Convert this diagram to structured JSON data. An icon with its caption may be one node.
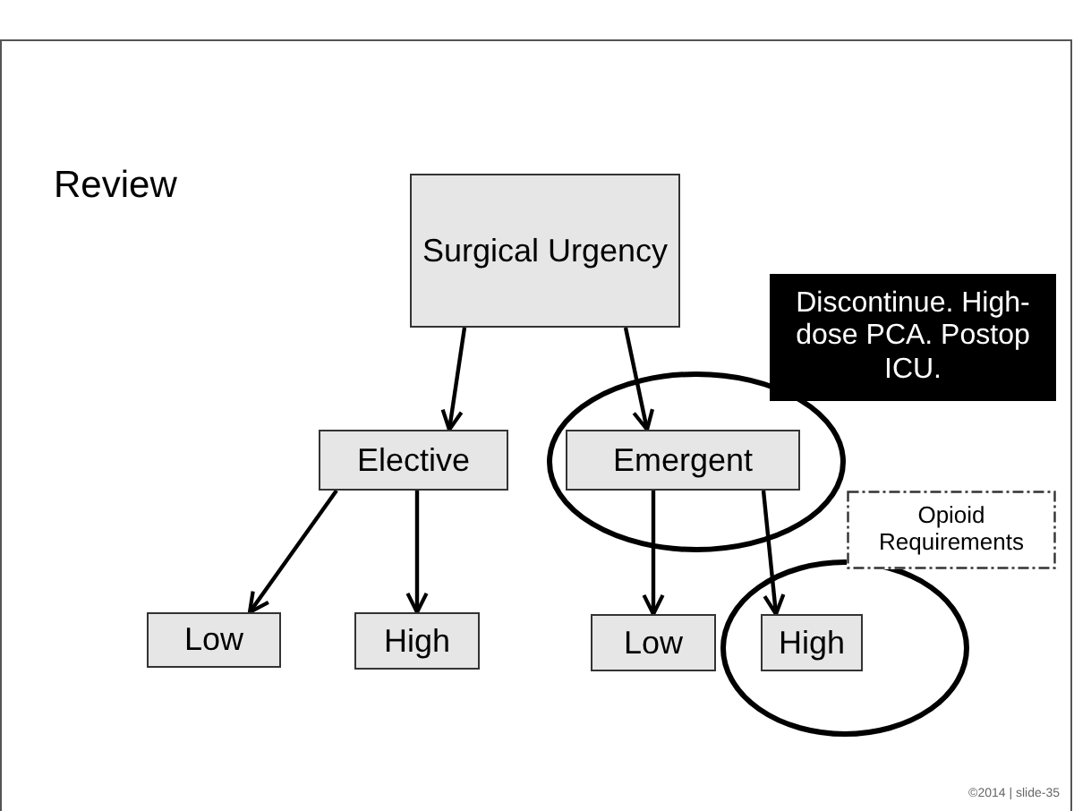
{
  "diagram": {
    "title": "Review",
    "nodes": [
      {
        "text": [
          "Surgical Urgency"
        ]
      },
      {
        "text": [
          "Elective"
        ]
      },
      {
        "text": [
          "Emergent"
        ]
      },
      {
        "text": [
          "Low"
        ]
      },
      {
        "text": [
          "High"
        ]
      },
      {
        "text": [
          "Low"
        ]
      },
      {
        "text": [
          "High"
        ]
      },
      {
        "text": [
          "Discontinue. High-dose PCA. Postop ICU."
        ]
      },
      {
        "text": [
          "Opioid Requirements"
        ]
      }
    ],
    "edges": [
      {
        "from": 0,
        "to": 1,
        "arrow": "to"
      },
      {
        "from": 0,
        "to": 2,
        "arrow": "to"
      },
      {
        "from": 1,
        "to": 3,
        "arrow": "to"
      },
      {
        "from": 1,
        "to": 4,
        "arrow": "to"
      },
      {
        "from": 2,
        "to": 5,
        "arrow": "to"
      },
      {
        "from": 2,
        "to": 6,
        "arrow": "to"
      }
    ],
    "labels": [
      "©2014 | slide-35"
    ]
  }
}
